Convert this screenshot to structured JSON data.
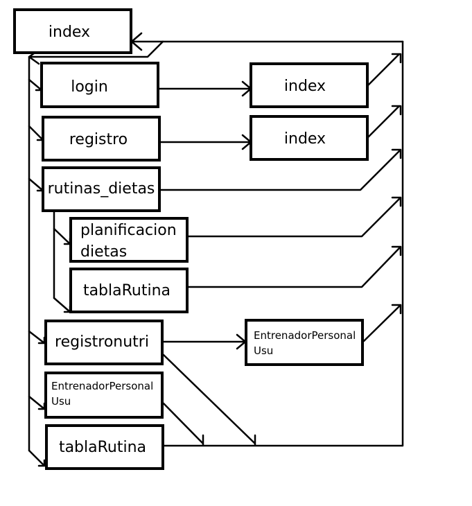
{
  "nodes": {
    "index_root": "index",
    "login": "login",
    "index_after_login": "index",
    "registro": "registro",
    "index_after_registro": "index",
    "rutinas_dietas": "rutinas_dietas",
    "planificacion_line1": "planificacion",
    "planificacion_line2": "dietas",
    "tabla_rutina_sub": "tablaRutina",
    "registronutri": "registronutri",
    "entrenador_target_line1": "EntrenadorPersonal",
    "entrenador_target_line2": "Usu",
    "entrenador_left_line1": "EntrenadorPersonal",
    "entrenador_left_line2": "Usu",
    "tabla_rutina_bottom": "tablaRutina"
  },
  "colors": {
    "stroke": "#000000",
    "background": "#ffffff"
  }
}
